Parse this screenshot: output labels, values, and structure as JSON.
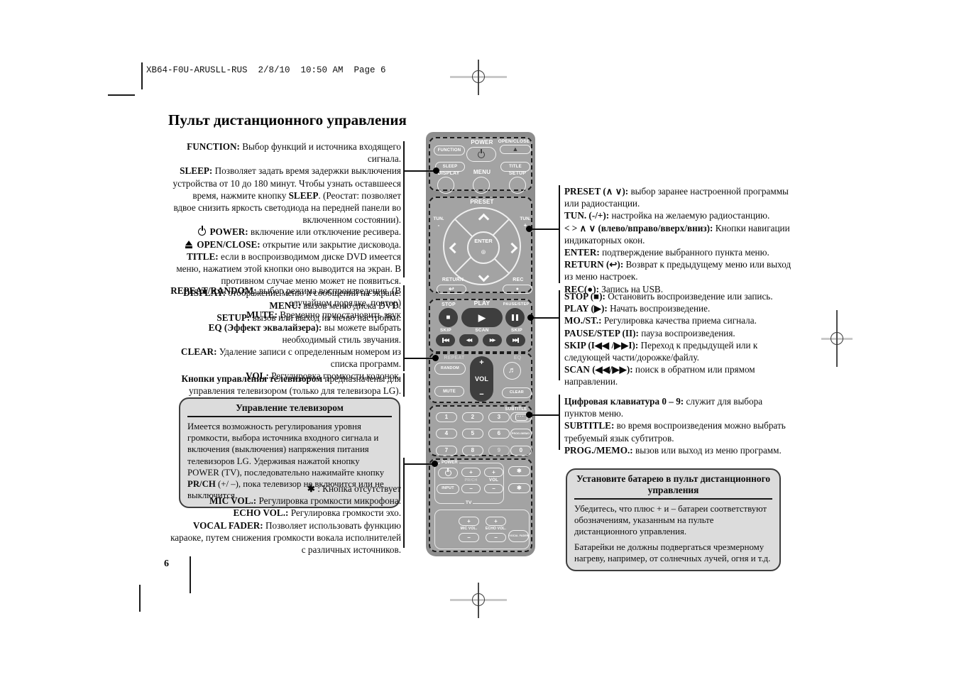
{
  "page": {
    "header": "XB64-F0U-ARUSLL-RUS  2/8/10  10:50 AM  Page 6",
    "number": "6",
    "title": "Пульт дистанционного управления"
  },
  "left": {
    "block1": [
      [
        {
          "b": 1,
          "t": "FUNCTION:"
        },
        {
          "t": " Выбор функций и источника входящего сигнала."
        }
      ],
      [
        {
          "b": 1,
          "t": "SLEEP:"
        },
        {
          "t": " Позволяет задать время задержки выключения устройства от 10 до 180 минут. Чтобы узнать оставшееся время, нажмите кнопку "
        },
        {
          "b": 1,
          "t": "SLEEP"
        },
        {
          "t": ". (Реостат: позволяет вдвое снизить яркость светодиода на передней панели во включенном состоянии)."
        }
      ],
      [
        {
          "i": "power"
        },
        {
          "b": 1,
          "t": " POWER:"
        },
        {
          "t": " включение или отключение ресивера."
        }
      ],
      [
        {
          "i": "eject"
        },
        {
          "b": 1,
          "t": " OPEN/CLOSE:"
        },
        {
          "t": " открытие или закрытие дисковода."
        }
      ],
      [
        {
          "b": 1,
          "t": "TITLE:"
        },
        {
          "t": " если в воспроизводимом диске DVD имеется меню, нажатием этой кнопки оно выводится на экран. В противном случае меню может не появиться."
        }
      ],
      [
        {
          "b": 1,
          "t": "DISPLAY:"
        },
        {
          "t": " отображение меню и сообщений на экране."
        }
      ],
      [
        {
          "b": 1,
          "t": "MENU:"
        },
        {
          "t": " вызов меню диска DVD."
        }
      ],
      [
        {
          "b": 1,
          "t": "SETUP:"
        },
        {
          "t": " вызов или выход из меню настройки."
        }
      ]
    ],
    "block2": [
      [
        {
          "b": 1,
          "t": "REPEAT/RANDOM:"
        },
        {
          "t": " выбор режима воспроизведения. (В случайном порядке, повтор)"
        }
      ],
      [
        {
          "b": 1,
          "t": "MUTE:"
        },
        {
          "t": " Временно приостановить звук"
        }
      ],
      [
        {
          "b": 1,
          "t": "EQ (Эффект эквалайзера):"
        },
        {
          "t": " вы можете выбрать необходимый стиль звучания."
        }
      ],
      [
        {
          "b": 1,
          "t": "CLEAR:"
        },
        {
          "t": " Удаление записи с определенным номером из списка программ."
        }
      ],
      [
        {
          "b": 1,
          "t": "VOL:"
        },
        {
          "t": " Регулировка громкости колонок."
        }
      ]
    ],
    "block3": [
      [
        {
          "b": 1,
          "t": "Кнопки управления телевизором"
        },
        {
          "t": " предназначены для управления телевизором (только для телевизора LG)."
        }
      ]
    ],
    "tv_box": {
      "title": "Управление телевизором",
      "body": [
        [
          {
            "t": "Имеется возможность регулирования уровня громкости, выбора источника входного сигнала и включения (выключения) напряжения питания телевизоров LG. Удерживая нажатой кнопку POWER (TV), последовательно нажимайте кнопку "
          },
          {
            "b": 1,
            "t": "PR/CH"
          },
          {
            "t": " (+/ –), пока телевизор не включится или не выключится."
          }
        ]
      ]
    },
    "block4": [
      [
        {
          "b": 1,
          "t": "✱"
        },
        {
          "t": " : Кнопка отсутствует"
        }
      ],
      [
        {
          "b": 1,
          "t": "MIC VOL.:"
        },
        {
          "t": " Регулировка громкости микрофона."
        }
      ],
      [
        {
          "b": 1,
          "t": "ECHO VOL.:"
        },
        {
          "t": " Регулировка громкости эхо."
        }
      ],
      [
        {
          "b": 1,
          "t": "VOCAL FADER:"
        },
        {
          "t": " Позволяет использовать функцию караоке, путем снижения громкости вокала исполнителей с различных источников."
        }
      ]
    ]
  },
  "right": {
    "block1": [
      [
        {
          "b": 1,
          "t": "PRESET  (∧ ∨):"
        },
        {
          "t": " выбор заранее настроенной программы или радиостанции."
        }
      ],
      [
        {
          "b": 1,
          "t": "TUN. (-/+):"
        },
        {
          "t": " настройка на желаемую радиостанцию."
        }
      ],
      [
        {
          "b": 1,
          "t": "< > ∧ ∨ (влево/вправо/вверх/вниз):"
        },
        {
          "t": " Кнопки навигации индикаторных окон."
        }
      ],
      [
        {
          "b": 1,
          "t": "ENTER:"
        },
        {
          "t": " подтверждение выбранного пункта меню."
        }
      ],
      [
        {
          "b": 1,
          "t": "RETURN (↩):"
        },
        {
          "t": " Возврат к предыдущему меню или выход из меню настроек."
        }
      ],
      [
        {
          "b": 1,
          "t": "REC(●):"
        },
        {
          "t": " Запись на USB."
        }
      ]
    ],
    "block2": [
      [
        {
          "b": 1,
          "t": "STOP (■):"
        },
        {
          "t": " Остановить воспроизведение или запись."
        }
      ],
      [
        {
          "b": 1,
          "t": "PLAY (▶):"
        },
        {
          "t": " Начать воспроизведение."
        }
      ],
      [
        {
          "b": 1,
          "t": "MO./ST.:"
        },
        {
          "t": " Регулировка качества приема сигнала."
        }
      ],
      [
        {
          "b": 1,
          "t": "PAUSE/STEP (II):"
        },
        {
          "t": " пауза воспроизведения."
        }
      ],
      [
        {
          "b": 1,
          "t": "SKIP (I◀◀ /▶▶I):"
        },
        {
          "t": " Переход к предыдущей или к следующей части/дорожке/файлу."
        }
      ],
      [
        {
          "b": 1,
          "t": "SCAN (◀◀/▶▶):"
        },
        {
          "t": " поиск в обратном или прямом направлении."
        }
      ]
    ],
    "block3": [
      [
        {
          "b": 1,
          "t": "Цифровая клавиатура 0 – 9:"
        },
        {
          "t": " служит для выбора пунктов меню."
        }
      ],
      [
        {
          "b": 1,
          "t": "SUBTITLE:"
        },
        {
          "t": " во время воспроизведения можно выбрать требуемый язык субтитров."
        }
      ],
      [
        {
          "b": 1,
          "t": "PROG./MEMO.:"
        },
        {
          "t": " вызов или выход из меню программ."
        }
      ]
    ],
    "battery_box": {
      "title": "Установите батарею в пульт дистанционного управления",
      "body": [
        [
          {
            "t": "Убедитесь, что плюс + и – батареи соответствуют обозначениям, указанным на пульте дистанционного управления."
          }
        ],
        [
          {
            "t": "Батарейки не должны подвергаться чрезмерному нагреву, например, от солнечных лучей, огня и т.д."
          }
        ]
      ]
    }
  },
  "remote": {
    "function": "FUNCTION",
    "power": "POWER",
    "open_close": "OPEN/CLOSE",
    "sleep": "SLEEP",
    "title_btn": "TITLE",
    "display": "DISPLAY",
    "menu": "MENU",
    "setup": "SETUP",
    "preset": "PRESET",
    "tun": "TUN.",
    "minus": "-",
    "plus": "+",
    "enter": "ENTER",
    "return_lbl": "RETURN",
    "rec": "REC",
    "stop": "STOP",
    "play": "PLAY",
    "pause_step": "PAUSE/STEP",
    "skip": "SKIP",
    "scan": "SCAN",
    "repeat": "REPEAT",
    "random": "RANDOM",
    "eq": "EQ",
    "vol": "VOL",
    "mute": "MUTE",
    "clear": "CLEAR",
    "subtitle": "SUBTITLE",
    "prog_memo": "PROG./MEMO",
    "digits": [
      "1",
      "2",
      "3",
      "4",
      "5",
      "6",
      "7",
      "8",
      "9",
      "0"
    ],
    "tv": {
      "power": "POWER",
      "pr_ch": "PR/CH",
      "vol": "VOL",
      "input": "INPUT",
      "tv": "TV",
      "mic_vol": "MIC VOL.",
      "echo_vol": "ECHO VOL.",
      "vocal_fader": "VOCAL FADER"
    }
  }
}
